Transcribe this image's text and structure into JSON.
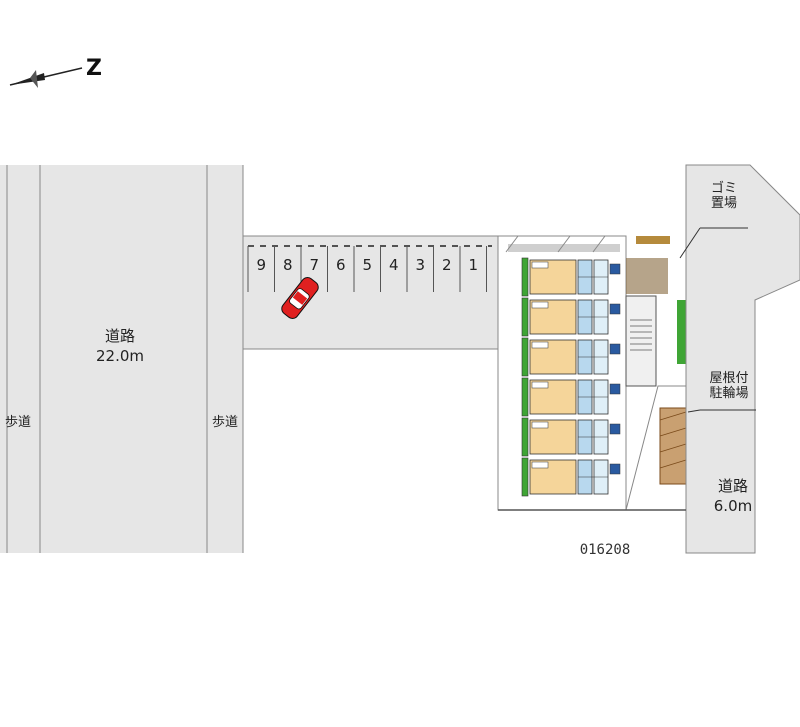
{
  "compass": {
    "north_label": "Z",
    "icon": "compass-needle-icon"
  },
  "roads": {
    "main": {
      "name": "道路",
      "width": "22.0m"
    },
    "side": {
      "name": "道路",
      "width": "6.0m"
    },
    "sidewalk_left": "歩道",
    "sidewalk_right": "歩道"
  },
  "facilities": {
    "garbage": "ゴミ\n置場",
    "bike_parking": "屋根付\n駐輪場"
  },
  "parking": {
    "slots": [
      "9",
      "8",
      "7",
      "6",
      "5",
      "4",
      "3",
      "2",
      "1"
    ],
    "car_icon": "red-car-icon"
  },
  "property_id": "016208",
  "colors": {
    "road": "#e6e6e6",
    "unit_fill": "#f5d59a",
    "bath_fill": "#b8d8ee",
    "green": "#3fa535",
    "car": "#e02020"
  }
}
